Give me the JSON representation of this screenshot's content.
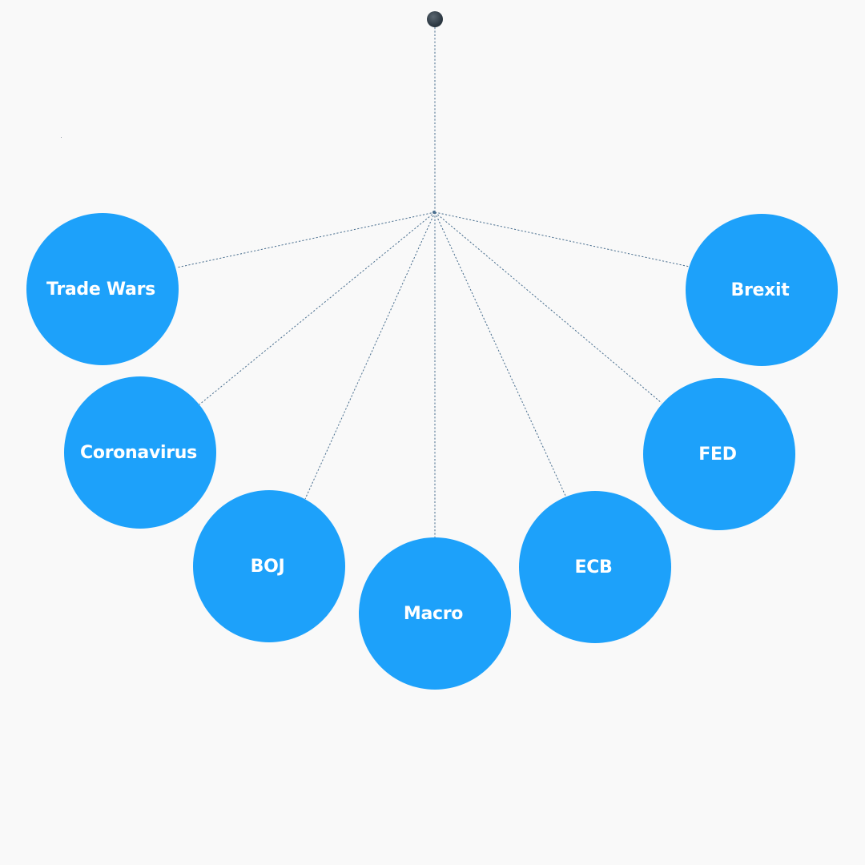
{
  "diagram": {
    "node_color": "#1da1fa",
    "link_color": "#4a6f8f",
    "anchor_color": "#2e3a44",
    "nodes": [
      {
        "id": "trade-wars",
        "label": "Trade Wars"
      },
      {
        "id": "coronavirus",
        "label": "Coronavirus"
      },
      {
        "id": "boj",
        "label": "BOJ"
      },
      {
        "id": "macro",
        "label": "Macro"
      },
      {
        "id": "ecb",
        "label": "ECB"
      },
      {
        "id": "fed",
        "label": "FED"
      },
      {
        "id": "brexit",
        "label": "Brexit"
      }
    ]
  }
}
